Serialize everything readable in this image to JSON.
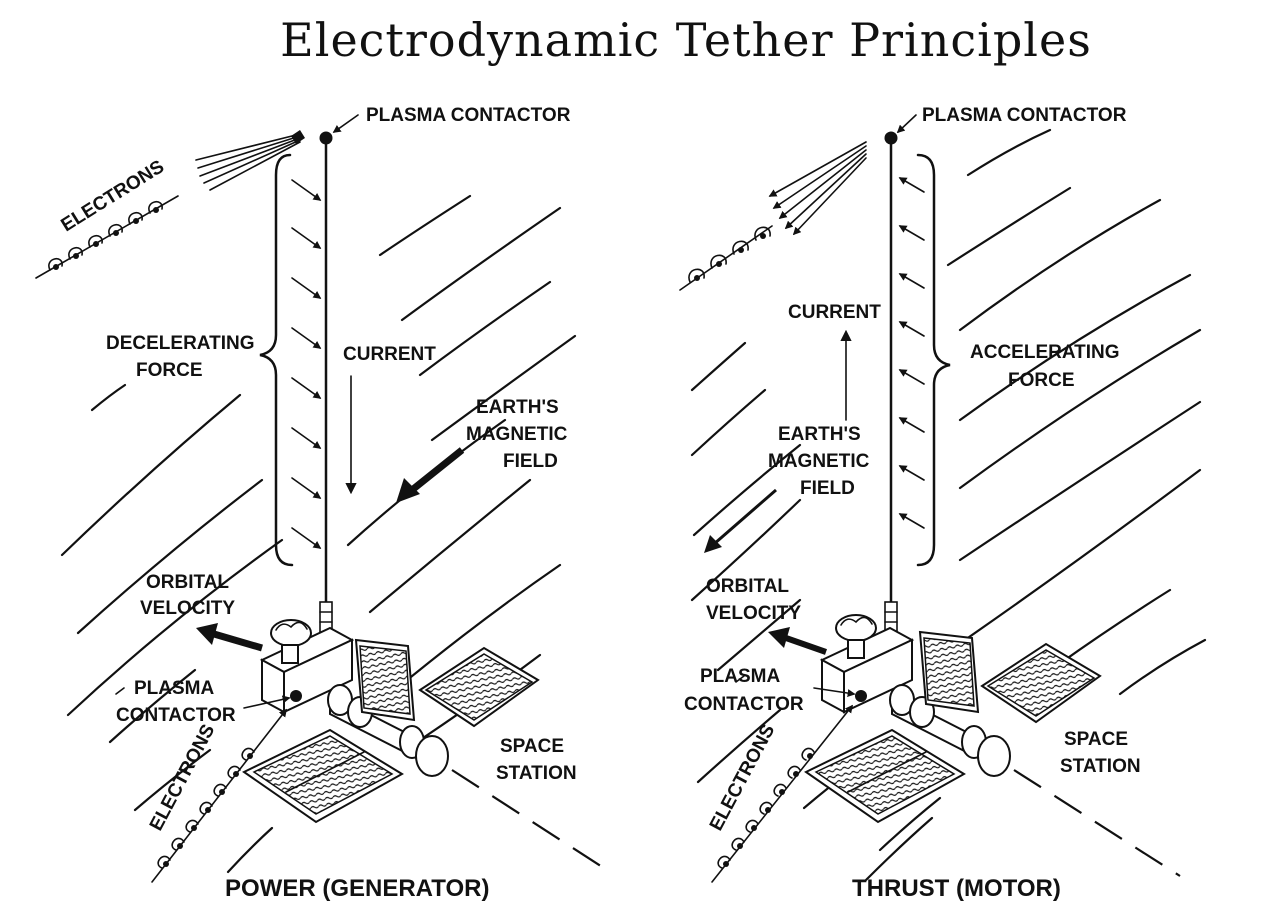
{
  "title": "Electrodynamic Tether Principles",
  "left_panel": {
    "caption": "POWER (GENERATOR)",
    "plasma_contactor_top": "PLASMA CONTACTOR",
    "electrons_top": "ELECTRONS",
    "force_line1": "DECELERATING",
    "force_line2": "FORCE",
    "current": "CURRENT",
    "field_line1": "EARTH'S",
    "field_line2": "MAGNETIC",
    "field_line3": "FIELD",
    "velocity_line1": "ORBITAL",
    "velocity_line2": "VELOCITY",
    "plasma_bottom_line1": "PLASMA",
    "plasma_bottom_line2": "CONTACTOR",
    "electrons_bottom": "ELECTRONS",
    "station_line1": "SPACE",
    "station_line2": "STATION"
  },
  "right_panel": {
    "caption": "THRUST (MOTOR)",
    "plasma_contactor_top": "PLASMA CONTACTOR",
    "current": "CURRENT",
    "force_line1": "ACCELERATING",
    "force_line2": "FORCE",
    "field_line1": "EARTH'S",
    "field_line2": "MAGNETIC",
    "field_line3": "FIELD",
    "velocity_line1": "ORBITAL",
    "velocity_line2": "VELOCITY",
    "plasma_bottom_line1": "PLASMA",
    "plasma_bottom_line2": "CONTACTOR",
    "electrons_bottom": "ELECTRONS",
    "station_line1": "SPACE",
    "station_line2": "STATION"
  }
}
